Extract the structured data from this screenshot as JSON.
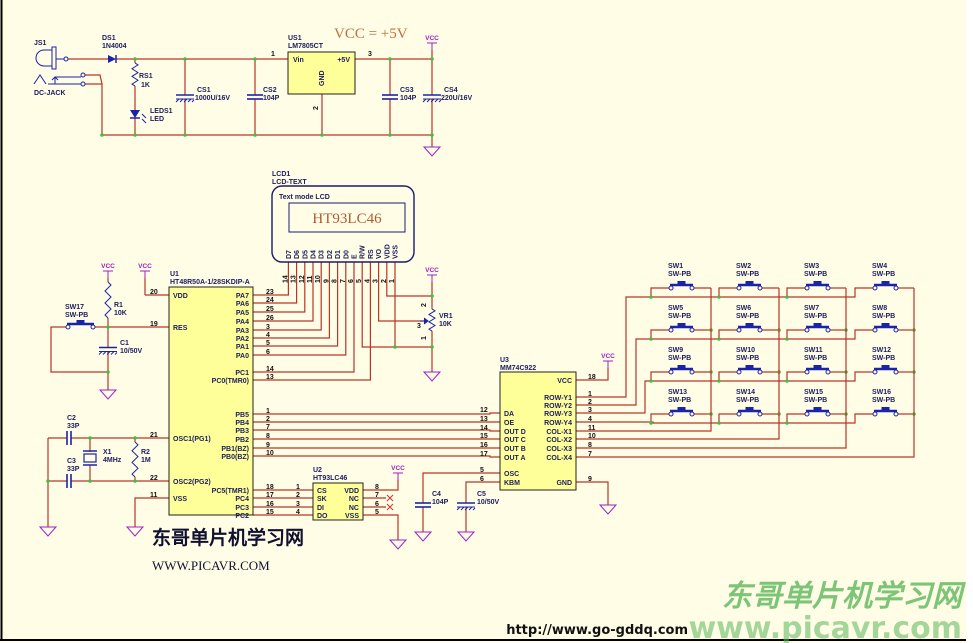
{
  "title": "VCC = +5V",
  "vcc_label": "VCC",
  "colors": {
    "background": "#fffde6",
    "wire": "#b8352a",
    "component": "#1a24a8",
    "junction": "#40c040",
    "chip_fill": "#ffff99",
    "power_symbol": "#a020c0"
  },
  "power": {
    "j1": {
      "ref": "JS1",
      "value": "DC-JACK"
    },
    "d1": {
      "ref": "DS1",
      "value": "1N4004"
    },
    "r1": {
      "ref": "RS1",
      "value": "1K"
    },
    "led": {
      "ref": "LEDS1",
      "value": "LED"
    },
    "cs1": {
      "ref": "CS1",
      "value": "1000U/16V"
    },
    "cs2": {
      "ref": "CS2",
      "value": "104P"
    },
    "reg": {
      "ref": "US1",
      "value": "LM7805CT",
      "vin": "Vin",
      "vout": "+5V",
      "gnd": "GND",
      "pin1": "1",
      "pin2": "2",
      "pin3": "3"
    },
    "cs3": {
      "ref": "CS3",
      "value": "104P"
    },
    "cs4": {
      "ref": "CS4",
      "value": "220U/16V"
    }
  },
  "lcd": {
    "ref": "LCD1",
    "value": "LCD-TEXT",
    "caption": "Text mode LCD",
    "display": "HT93LC46",
    "pins": [
      "D7",
      "D6",
      "D5",
      "D4",
      "D3",
      "D2",
      "D1",
      "D0",
      "E",
      "R/W",
      "RS",
      "VO",
      "VDD",
      "VSS"
    ],
    "pin_numbers": [
      "14",
      "13",
      "12",
      "11",
      "10",
      "9",
      "8",
      "7",
      "6",
      "5",
      "4",
      "3",
      "2",
      "1"
    ]
  },
  "vr1": {
    "ref": "VR1",
    "value": "10K",
    "pin1": "1",
    "pin2": "2",
    "pin3": "3"
  },
  "mcu": {
    "ref": "U1",
    "value": "HT48R50A-1/28SKDIP-A",
    "left": [
      {
        "name": "VDD",
        "num": "20"
      },
      {
        "name": "RES",
        "num": "19"
      },
      {
        "name": "OSC1(PG1)",
        "num": "21"
      },
      {
        "name": "OSC2(PG2)",
        "num": "22"
      },
      {
        "name": "VSS",
        "num": "11"
      }
    ],
    "right": [
      {
        "name": "PA7",
        "num": "23"
      },
      {
        "name": "PA6",
        "num": "24"
      },
      {
        "name": "PA5",
        "num": "25"
      },
      {
        "name": "PA4",
        "num": "26"
      },
      {
        "name": "PA3",
        "num": "3"
      },
      {
        "name": "PA2",
        "num": "4"
      },
      {
        "name": "PA1",
        "num": "5"
      },
      {
        "name": "PA0",
        "num": "6"
      },
      {
        "name": "PC1",
        "num": "14"
      },
      {
        "name": "PC0(TMR0)",
        "num": "13"
      },
      {
        "name": "PB5",
        "num": "1"
      },
      {
        "name": "PB4",
        "num": "2"
      },
      {
        "name": "PB3",
        "num": "7"
      },
      {
        "name": "PB2",
        "num": "8"
      },
      {
        "name": "PB1(BZ)",
        "num": "9"
      },
      {
        "name": "PB0(BZ)",
        "num": "10"
      },
      {
        "name": "PC5(TMR1)",
        "num": "18"
      },
      {
        "name": "PC4",
        "num": "17"
      },
      {
        "name": "PC3",
        "num": "16"
      },
      {
        "name": "PC2",
        "num": "15"
      }
    ]
  },
  "reset": {
    "sw": {
      "ref": "SW17",
      "value": "SW-PB"
    },
    "r": {
      "ref": "R1",
      "value": "10K"
    },
    "c": {
      "ref": "C1",
      "value": "10/50V"
    }
  },
  "osc": {
    "c2": {
      "ref": "C2",
      "value": "33P"
    },
    "c3": {
      "ref": "C3",
      "value": "33P"
    },
    "x1": {
      "ref": "X1",
      "value": "4MHz"
    },
    "r2": {
      "ref": "R2",
      "value": "1M"
    }
  },
  "eeprom": {
    "ref": "U2",
    "value": "HT93LC46",
    "left": [
      {
        "name": "CS",
        "num": "1"
      },
      {
        "name": "SK",
        "num": "2"
      },
      {
        "name": "DI",
        "num": "3"
      },
      {
        "name": "DO",
        "num": "4"
      }
    ],
    "right": [
      {
        "name": "VDD",
        "num": "8"
      },
      {
        "name": "NC",
        "num": "7"
      },
      {
        "name": "NC",
        "num": "6"
      },
      {
        "name": "VSS",
        "num": "5"
      }
    ]
  },
  "encoder": {
    "ref": "U3",
    "value": "MM74C922",
    "left": [
      {
        "name": "DA",
        "num": "12"
      },
      {
        "name": "OE",
        "num": "13"
      },
      {
        "name": "OUT D",
        "num": "14"
      },
      {
        "name": "OUT C",
        "num": "15"
      },
      {
        "name": "OUT B",
        "num": "16"
      },
      {
        "name": "OUT A",
        "num": "17"
      },
      {
        "name": "OSC",
        "num": "5"
      },
      {
        "name": "KBM",
        "num": "6"
      }
    ],
    "right": [
      {
        "name": "VCC",
        "num": "18"
      },
      {
        "name": "ROW-Y1",
        "num": "1"
      },
      {
        "name": "ROW-Y2",
        "num": "2"
      },
      {
        "name": "ROW-Y3",
        "num": "3"
      },
      {
        "name": "ROW-Y4",
        "num": "4"
      },
      {
        "name": "COL-X1",
        "num": "11"
      },
      {
        "name": "COL-X2",
        "num": "10"
      },
      {
        "name": "COL-X3",
        "num": "8"
      },
      {
        "name": "COL-X4",
        "num": "7"
      },
      {
        "name": "GND",
        "num": "9"
      }
    ]
  },
  "caps_u3": {
    "c4": {
      "ref": "C4",
      "value": "104P"
    },
    "c5": {
      "ref": "C5",
      "value": "10/50V"
    }
  },
  "keypad": {
    "type": "SW-PB",
    "switches": [
      "SW1",
      "SW2",
      "SW3",
      "SW4",
      "SW5",
      "SW6",
      "SW7",
      "SW8",
      "SW9",
      "SW10",
      "SW11",
      "SW12",
      "SW13",
      "SW14",
      "SW15",
      "SW16"
    ]
  },
  "footer": {
    "site_cn": "东哥单片机学习网",
    "site_url": "WWW.PICAVR.COM"
  },
  "watermark": {
    "cn": "东哥单片机学习网",
    "big": "www.picavr.com",
    "url": "http://www.go-gddq.com"
  }
}
